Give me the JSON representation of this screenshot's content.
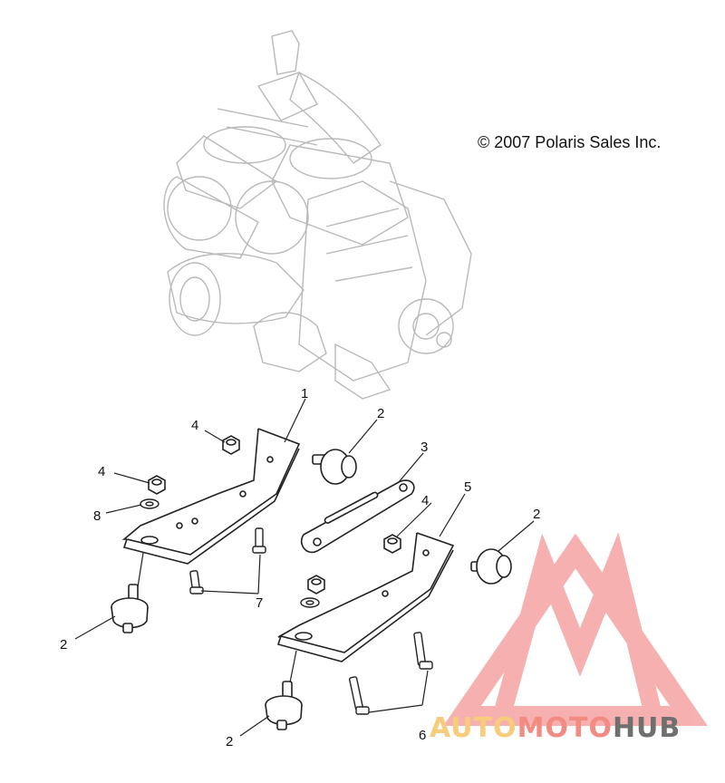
{
  "copyright": "© 2007 Polaris Sales Inc.",
  "callouts": {
    "c1": "1",
    "c2a": "2",
    "c2b": "2",
    "c2c": "2",
    "c2d": "2",
    "c3": "3",
    "c4a": "4",
    "c4b": "4",
    "c4c": "4",
    "c5": "5",
    "c6": "6",
    "c7": "7",
    "c8": "8"
  },
  "watermark": {
    "part1": "AUTO",
    "part2": "MOTO",
    "part3": "HUB",
    "colors": {
      "auto": "#f7cc7a",
      "moto": "#f28b82",
      "hub": "#6f6f6f",
      "logo": "#f5a3a3"
    }
  }
}
